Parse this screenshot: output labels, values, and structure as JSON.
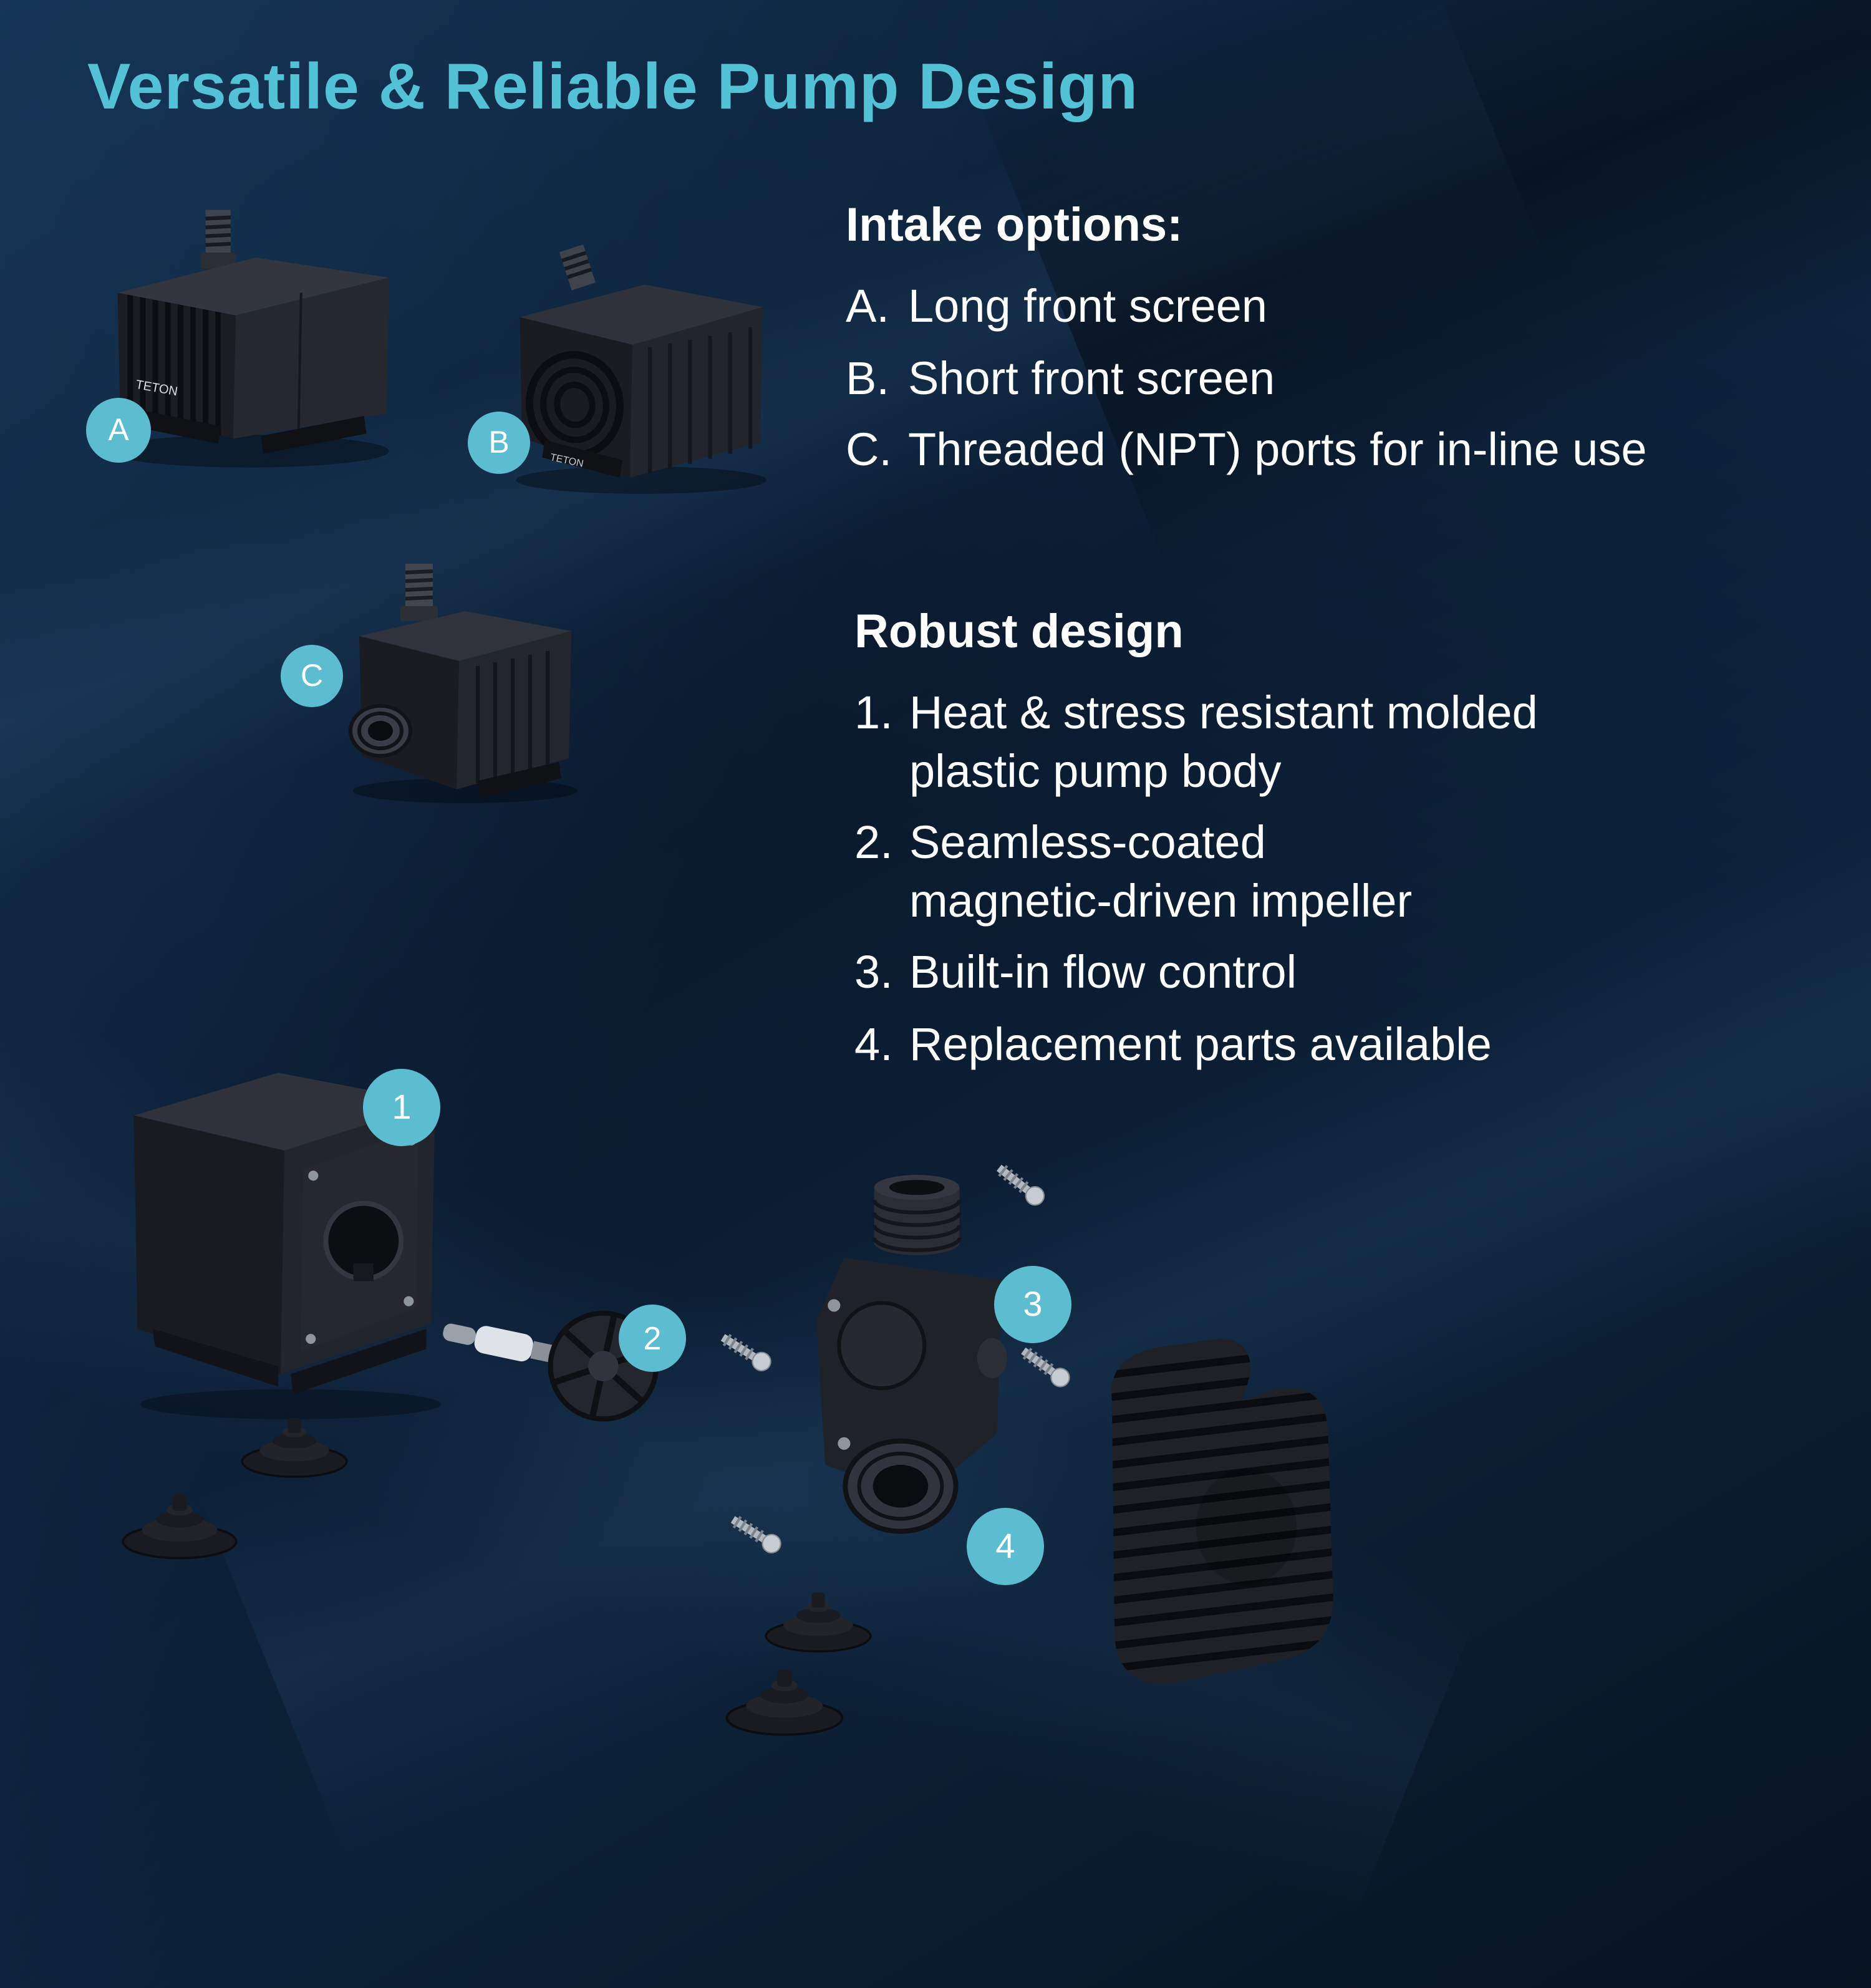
{
  "page": {
    "title": "Versatile & Reliable Pump Design"
  },
  "colors": {
    "background_navy": "#0b1c2f",
    "accent_teal_title": "#54c2d6",
    "badge_teal": "#5cbdd1",
    "text_white": "#ffffff"
  },
  "intake_options": {
    "heading": "Intake options:",
    "items": [
      {
        "label": "A.",
        "text": "Long front screen"
      },
      {
        "label": "B.",
        "text": "Short front screen"
      },
      {
        "label": "C.",
        "text": "Threaded (NPT) ports for in-line use"
      }
    ]
  },
  "robust_design": {
    "heading": "Robust design",
    "items": [
      {
        "label": "1.",
        "lines": [
          "Heat & stress resistant molded",
          "plastic pump body"
        ]
      },
      {
        "label": "2.",
        "lines": [
          "Seamless-coated",
          "magnetic-driven impeller"
        ]
      },
      {
        "label": "3.",
        "lines": [
          "Built-in flow control"
        ]
      },
      {
        "label": "4.",
        "lines": [
          "Replacement parts available"
        ]
      }
    ]
  },
  "callouts": {
    "pump_a": "A",
    "pump_b": "B",
    "pump_c": "C",
    "part_1": "1",
    "part_2": "2",
    "part_3": "3",
    "part_4": "4"
  },
  "brand": "TETON"
}
